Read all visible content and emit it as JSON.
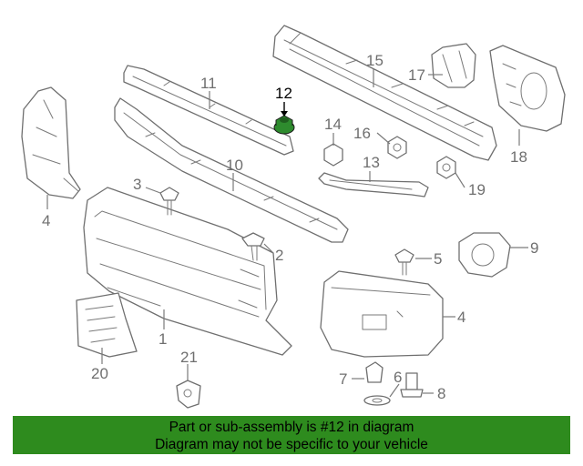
{
  "diagram": {
    "callouts": {
      "c1": "1",
      "c2": "2",
      "c3": "3",
      "c4a": "4",
      "c4b": "4",
      "c5": "5",
      "c6": "6",
      "c7": "7",
      "c8": "8",
      "c9": "9",
      "c10": "10",
      "c11": "11",
      "c12": "12",
      "c13": "13",
      "c14": "14",
      "c15": "15",
      "c16": "16",
      "c17": "17",
      "c18": "18",
      "c19": "19",
      "c20": "20",
      "c21": "21"
    },
    "highlighted_part": "12",
    "highlight_color": "#2e8b2e"
  },
  "banner": {
    "line1": "Part or sub-assembly is #12 in diagram",
    "line2": "Diagram may not be specific to your vehicle",
    "background": "#2e8b1e"
  }
}
